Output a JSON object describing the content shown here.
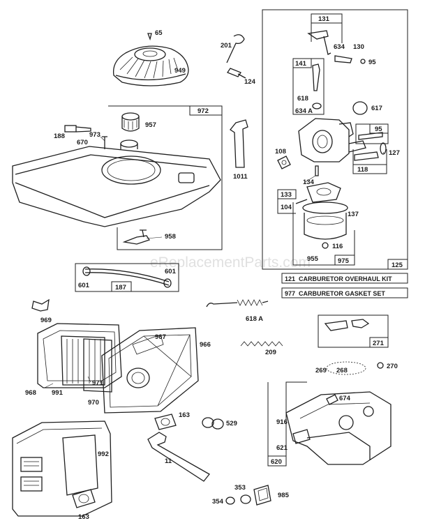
{
  "watermark": "eReplacementParts.com",
  "kits": [
    {
      "number": "121",
      "description": "CARBURETOR OVERHAUL KIT"
    },
    {
      "number": "977",
      "description": "CARBURETOR GASKET SET"
    }
  ],
  "boxed_labels": {
    "b972": "972",
    "b131": "131",
    "b141": "141",
    "b95": "95",
    "b118": "118",
    "b133": "133",
    "b975": "975",
    "b125": "125",
    "b187": "187",
    "b271": "271",
    "b620": "620"
  },
  "labels": {
    "l65": "65",
    "l949": "949",
    "l201": "201",
    "l124": "124",
    "l188": "188",
    "l670": "670",
    "l973": "973",
    "l957": "957",
    "l1011": "1011",
    "l958": "958",
    "l634": "634",
    "l130": "130",
    "l95b": "95",
    "l618": "618",
    "l634a": "634 A",
    "l617": "617",
    "l108": "108",
    "l127": "127",
    "l134": "134",
    "l104": "104",
    "l137": "137",
    "l116": "116",
    "l955": "955",
    "l601a": "601",
    "l601b": "601",
    "l618a": "618 A",
    "l969": "969",
    "l967": "967",
    "l966": "966",
    "l209": "209",
    "l269": "269",
    "l268": "268",
    "l270": "270",
    "l968": "968",
    "l991": "991",
    "l971": "971",
    "l970": "970",
    "l163a": "163",
    "l529": "529",
    "l674": "674",
    "l916": "916",
    "l621": "621",
    "l992": "992",
    "l11": "11",
    "l353": "353",
    "l354": "354",
    "l985": "985",
    "l163b": "163"
  }
}
